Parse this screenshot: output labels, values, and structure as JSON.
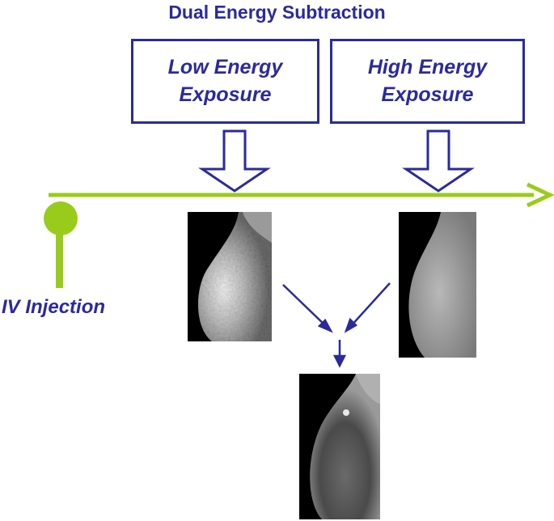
{
  "title": "Dual Energy Subtraction",
  "boxes": {
    "low": {
      "line1": "Low Energy",
      "line2": "Exposure"
    },
    "high": {
      "line1": "High Energy",
      "line2": "Exposure"
    }
  },
  "iv_label": "IV Injection",
  "colors": {
    "blue": "#2b2a9b",
    "green": "#99cc1a",
    "image_black": "#000000"
  },
  "icons": [
    "hollow-down-arrow",
    "timeline-arrow",
    "injection-marker",
    "small-arrow"
  ]
}
